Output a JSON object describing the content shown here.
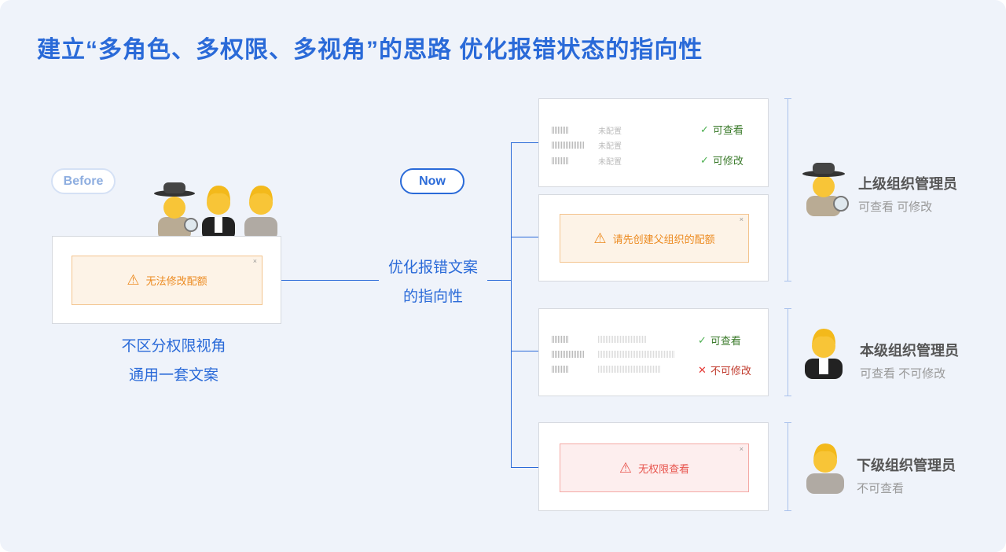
{
  "title": "建立“多角色、多权限、多视角”的思路  优化报错状态的指向性",
  "before": {
    "pill": "Before",
    "warning": "无法修改配额",
    "close": "×",
    "caption": [
      "不区分权限视角",
      "通用一套文案"
    ]
  },
  "now": {
    "pill": "Now"
  },
  "middle_label": [
    "优化报错文案",
    "的指向性"
  ],
  "cards": {
    "upper_config": {
      "values": [
        "未配置",
        "未配置",
        "未配置"
      ],
      "perms": [
        "可查看",
        "可修改"
      ]
    },
    "upper_warning": "请先创建父组织的配额",
    "same_config": {
      "perms": [
        "可查看",
        "不可修改"
      ]
    },
    "lower_warning": "无权限查看"
  },
  "roles": [
    {
      "name": "上级组织管理员",
      "perms": "可查看 可修改"
    },
    {
      "name": "本级组织管理员",
      "perms": "可查看 不可修改"
    },
    {
      "name": "下级组织管理员",
      "perms": "不可查看"
    }
  ],
  "colors": {
    "accent": "#2a6ad8",
    "warning": "#ec8a1f",
    "error": "#e8554e",
    "ok": "#4caf50"
  }
}
